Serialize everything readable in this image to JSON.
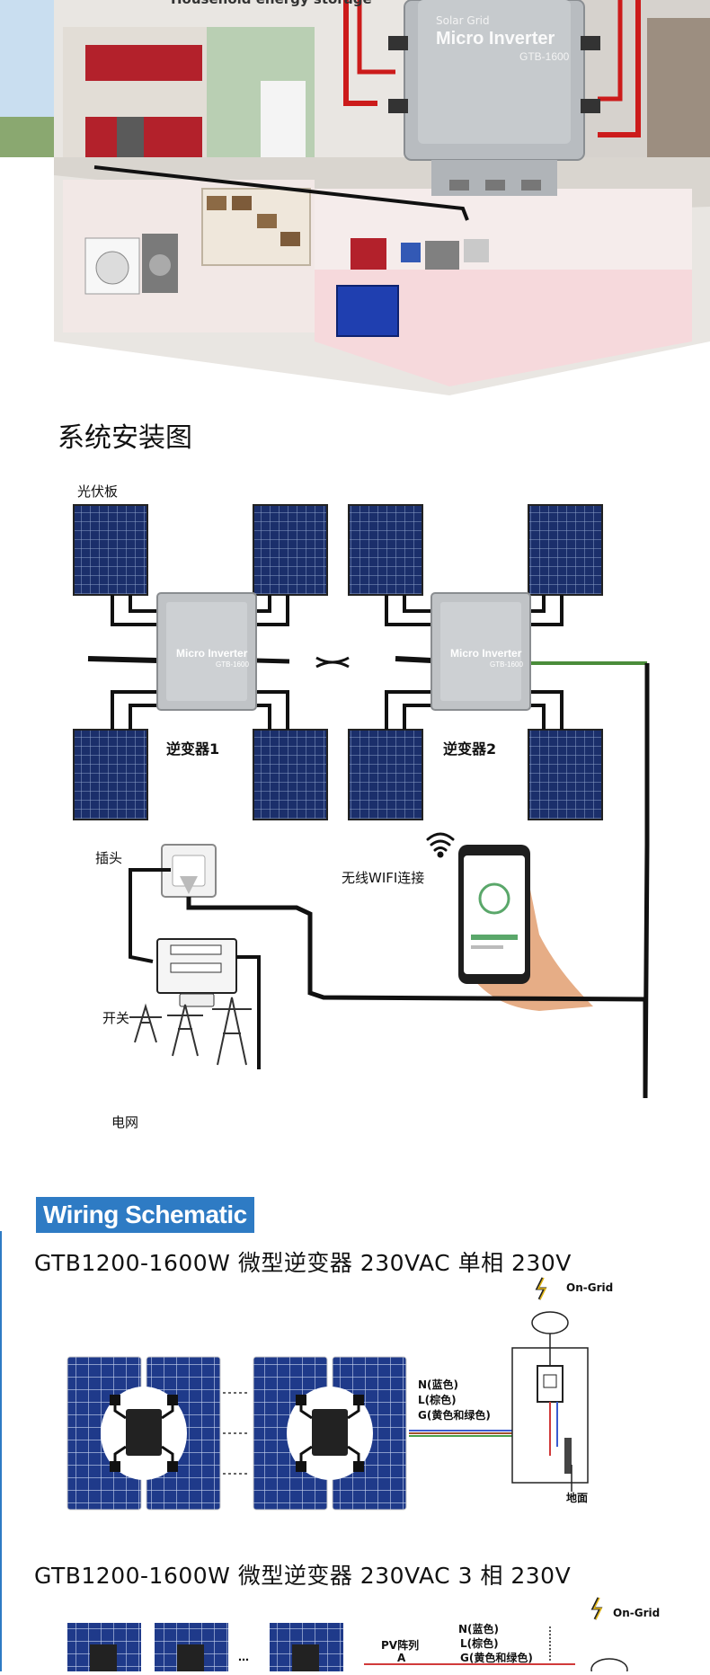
{
  "house": {
    "banner_text": "Household energy storage",
    "device_brand": "Solar Grid",
    "device_name": "Micro Inverter",
    "device_model": "GTB-1600"
  },
  "install": {
    "title": "系统安装图",
    "label_panel": "光伏板",
    "label_inverter1": "逆变器1",
    "label_inverter2": "逆变器2",
    "label_wifi": "无线WIFI连接",
    "label_plug": "插头",
    "label_switch": "开关",
    "label_grid": "电网",
    "inverter_name": "Micro Inverter",
    "inverter_model": "GTB-1600"
  },
  "wiring": {
    "banner": "Wiring Schematic",
    "single_title": "GTB1200-1600W 微型逆变器 230VAC 单相 230V",
    "three_title": "GTB1200-1600W 微型逆变器 230VAC 3 相 230V",
    "on_grid": "On-Grid",
    "wire_n": "N(蓝色)",
    "wire_l": "L(棕色)",
    "wire_g": "G(黄色和绿色)",
    "ground": "地面",
    "pv_array": "PV阵列",
    "pv_a": "A",
    "dots": "⋯"
  },
  "colors": {
    "accent_blue": "#2e7bc4",
    "panel_blue": "#1b2f6b",
    "wire_red": "#cc1b1b",
    "inverter_gray": "#b8bcc0"
  }
}
